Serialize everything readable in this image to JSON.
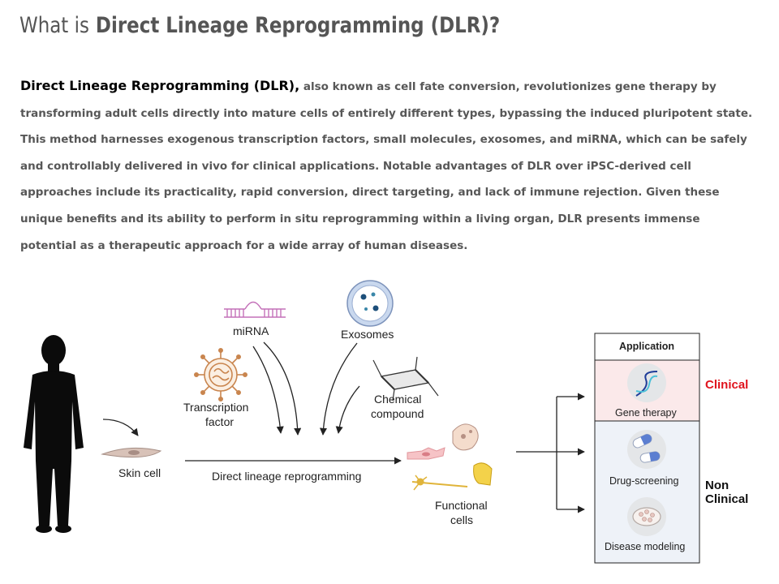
{
  "title": {
    "lead": "What is",
    "emphasis": "Direct Lineage Reprogramming (DLR)?"
  },
  "intro": {
    "term": "Direct Lineage Reprogramming (DLR),",
    "body": "also known as cell fate conversion, revolutionizes gene therapy by transforming adult cells directly into mature cells of entirely different types, bypassing the induced pluripotent state. This method harnesses exogenous transcription factors, small molecules, exosomes, and miRNA, which can be safely and controllably delivered in vivo for clinical applications. Notable advantages of DLR over iPSC-derived cell approaches include its practicality, rapid conversion, direct targeting, and lack of immune rejection. Given these unique benefits and its ability to perform in situ reprogramming within a living organ, DLR presents immense potential as a therapeutic approach for a wide array of human diseases."
  },
  "diagram": {
    "skin_cell": "Skin cell",
    "process": "Direct lineage reprogramming",
    "mirna": "miRNA",
    "exosomes": "Exosomes",
    "tf_line1": "Transcription",
    "tf_line2": "factor",
    "chem_line1": "Chemical",
    "chem_line2": "compound",
    "func_line1": "Functional",
    "func_line2": "cells"
  },
  "application": {
    "header": "Application",
    "gene_therapy": "Gene therapy",
    "drug_screening": "Drug-screening",
    "disease_modeling": "Disease modeling",
    "clinical": "Clinical",
    "non_clinical_line1": "Non",
    "non_clinical_line2": "Clinical",
    "colors": {
      "clinical_text": "#e0141e",
      "clinical_bg": "#fbe9ea",
      "non_clinical_bg": "#eef2f8"
    }
  }
}
